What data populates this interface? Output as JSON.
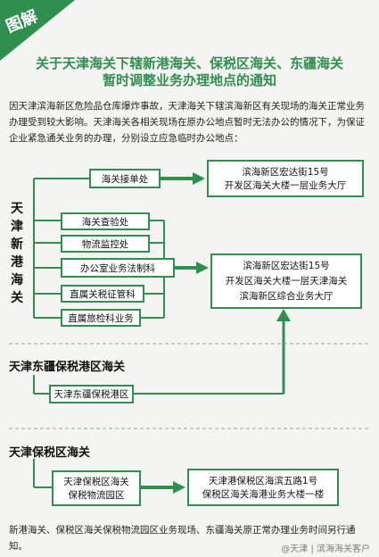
{
  "badge": {
    "label": "图解",
    "color": "#2f8f4e"
  },
  "title": {
    "line1": "关于天津海关下辖新港海关、保税区海关、东疆海关",
    "line2": "暂时调整业务办理地点的通知"
  },
  "intro": "因天津滨海新区危险品仓库爆炸事故，天津海关下辖滨海新区有关现场的海关正常业务办理受到较大影响。天津海关各相关现场在原办公地点暂时无法办公的情况下，为保证企业紧急通关业务的办理，分别设立应急临时办公地点：",
  "xingang": {
    "label_chars": [
      "天",
      "津",
      "新",
      "港",
      "海",
      "关"
    ],
    "box_top": "海关接单处",
    "dest_top": [
      "滨海新区宏达街15号",
      "开发区海关大楼一层业务大厅"
    ],
    "boxes": [
      "海关查验处",
      "物流监控处",
      "办公室业务法制科",
      "直属关税征管科",
      "直属旅检科业务"
    ],
    "dest_mid": [
      "滨海新区宏达街15号",
      "开发区海关大楼一层天津海关",
      "滨海新区综合业务大厅"
    ]
  },
  "dongjiang": {
    "label": "天津东疆保税港区海关",
    "box": "天津东疆保税港区"
  },
  "baoshui": {
    "label": "天津保税区海关",
    "box": [
      "天津保税区海关",
      "保税物流园区"
    ],
    "dest": [
      "天津港保税区海滨五路1号",
      "保税区海关海港业务大楼一楼"
    ]
  },
  "footer": "新港海关、保税区海关保税物流园区业务现场、东疆海关原正常办理业务时间另行通知。",
  "watermark": "@天津 | 滨海海关客户"
}
